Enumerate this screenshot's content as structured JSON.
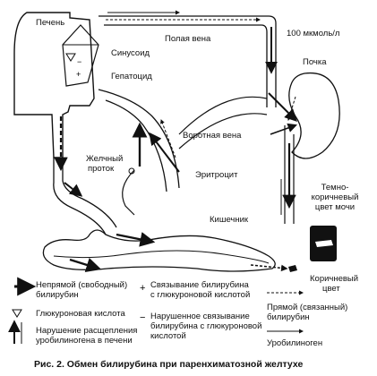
{
  "labels": {
    "liver": "Печень",
    "vena_cava": "Полая вена",
    "concentration": "100 мкмоль/л",
    "sinusoid": "Синусоид",
    "hepatocyte": "Гепатоцид",
    "kidney": "Почка",
    "portal_vein": "Воротная вена",
    "bile_duct_1": "Желчный",
    "bile_duct_2": "проток",
    "erythrocyte": "Эритроцит",
    "urine_1": "Темно-",
    "urine_2": "коричневый",
    "urine_3": "цвет мочи",
    "intestine": "Кишечник",
    "stool_1": "Коричневый",
    "stool_2": "цвет"
  },
  "legend": {
    "indirect_1": "Непрямой (свободный)",
    "indirect_2": "билирубин",
    "glucuronic": "Глюкуроновая кислота",
    "urob_break_1": "Нарушение расщепления",
    "urob_break_2": "уробилиногена в печени",
    "binding_1": "Связывание билирубина",
    "binding_2": "с глюкуроновой кислотой",
    "impaired_1": "Нарушенное связывание",
    "impaired_2": "билирубина с глюкуроновой",
    "impaired_3": "кислотой",
    "direct_1": "Прямой (связанный)",
    "direct_2": "билирубин",
    "urobilinogen": "Уробилиноген"
  },
  "caption": "Рис. 2. Обмен билирубина при паренхиматозной желтухе",
  "colors": {
    "line": "#111111",
    "background": "#ffffff"
  }
}
